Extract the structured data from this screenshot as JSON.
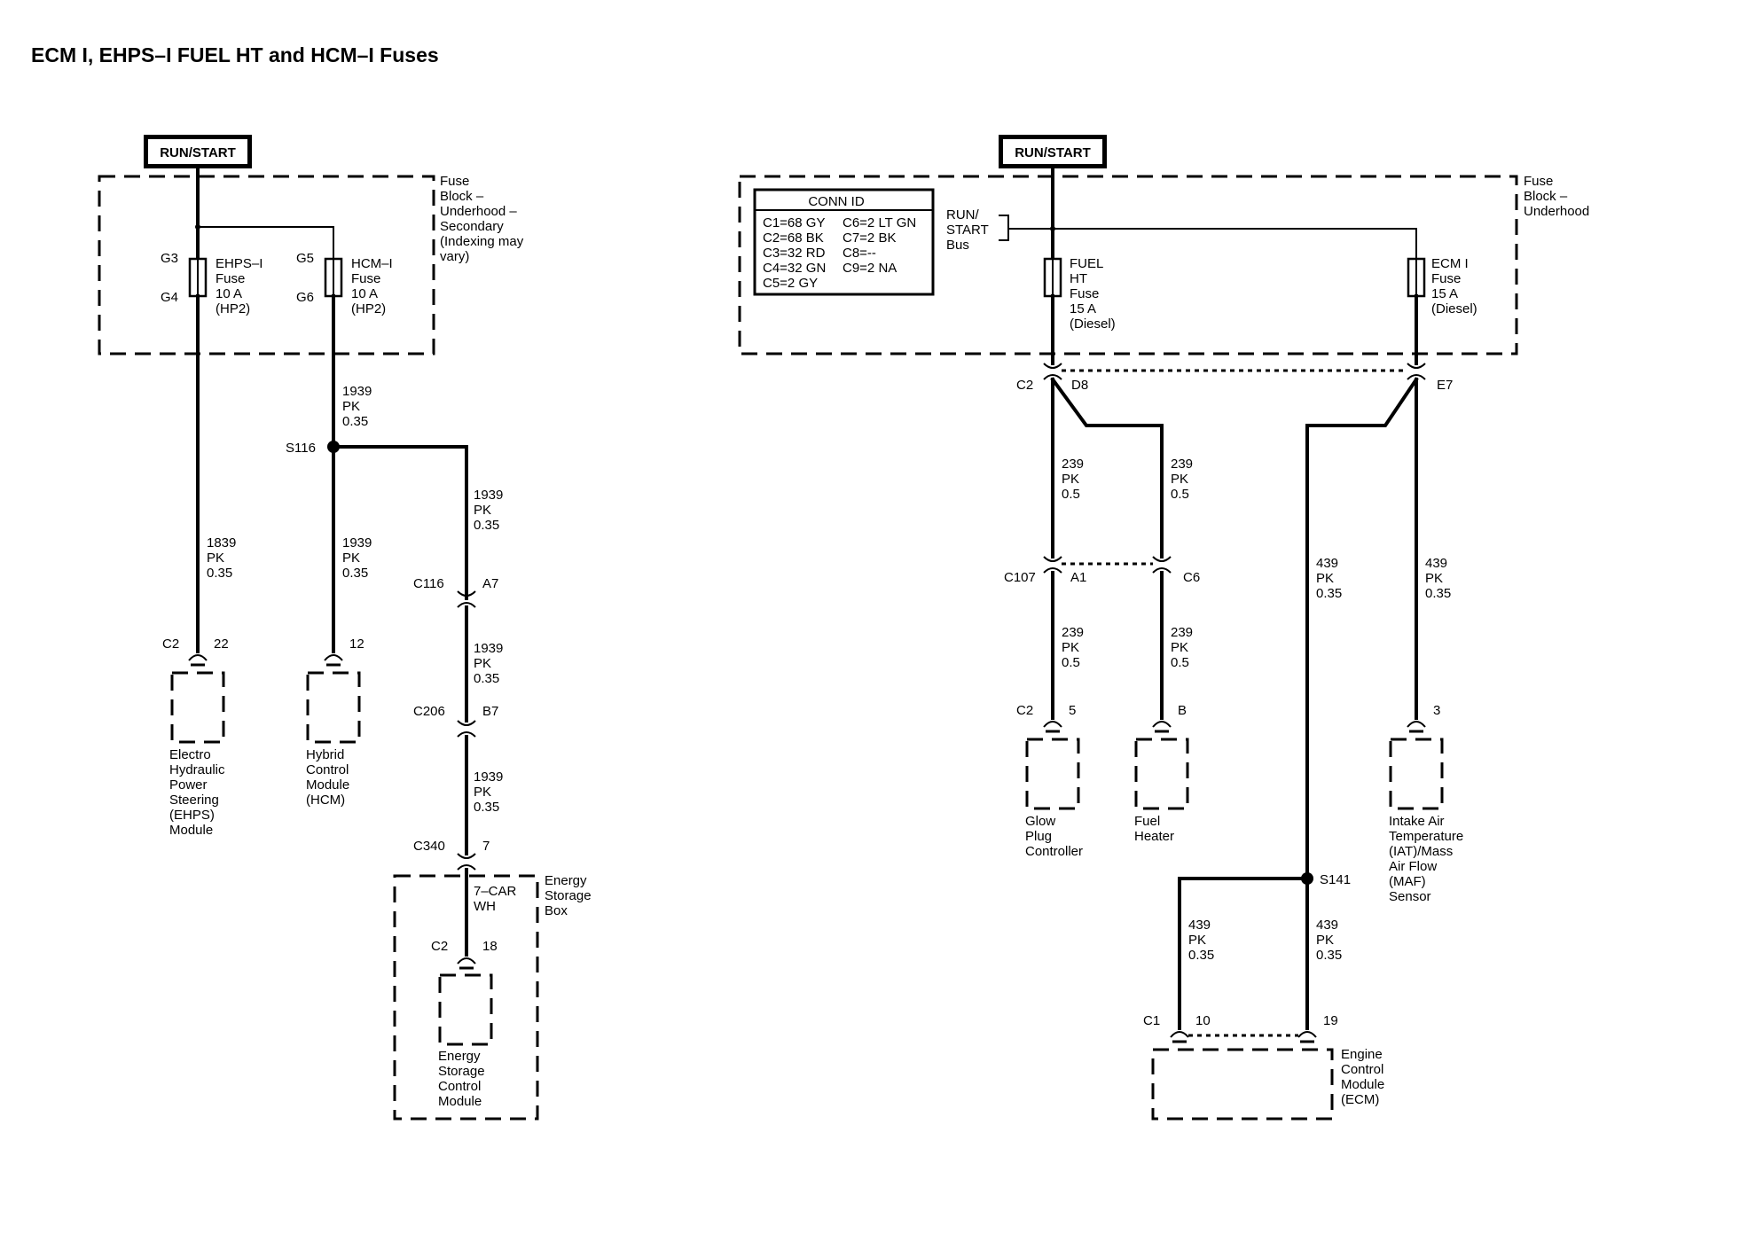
{
  "title": "ECM I, EHPS–I FUEL HT and HCM–I Fuses",
  "power": {
    "left": "RUN/START",
    "right": "RUN/START"
  },
  "fuse_blocks": {
    "secondary": [
      "Fuse",
      "Block –",
      "Underhood –",
      "Secondary",
      "(Indexing may",
      "vary)"
    ],
    "underhood": [
      "Fuse",
      "Block –",
      "Underhood"
    ]
  },
  "run_start_bus": [
    "RUN/",
    "START",
    "Bus"
  ],
  "conn_id": {
    "header": "CONN ID",
    "col1": [
      "C1=68 GY",
      "C2=68 BK",
      "C3=32 RD",
      "C4=32 GN",
      "C5=2 GY"
    ],
    "col2": [
      "C6=2 LT GN",
      "C7=2 BK",
      "C8=--",
      "C9=2 NA"
    ]
  },
  "fuses": {
    "ehps": {
      "lines": [
        "EHPS–I",
        "Fuse",
        "10 A",
        "(HP2)"
      ],
      "pin_in": "G3",
      "pin_out": "G4"
    },
    "hcm": {
      "lines": [
        "HCM–I",
        "Fuse",
        "10 A",
        "(HP2)"
      ],
      "pin_in": "G5",
      "pin_out": "G6"
    },
    "fuel_ht": {
      "lines": [
        "FUEL",
        "HT",
        "Fuse",
        "15 A",
        "(Diesel)"
      ]
    },
    "ecm": {
      "lines": [
        "ECM I",
        "Fuse",
        "15 A",
        "(Diesel)"
      ]
    }
  },
  "wires": {
    "w1839": [
      "1839",
      "PK",
      "0.35"
    ],
    "w1939": [
      "1939",
      "PK",
      "0.35"
    ],
    "w239": [
      "239",
      "PK",
      "0.5"
    ],
    "w439": [
      "439",
      "PK",
      "0.35"
    ],
    "w7car": [
      "7–CAR",
      "WH"
    ]
  },
  "splices": {
    "s116": "S116",
    "s141": "S141"
  },
  "connectors": {
    "c2": "C2",
    "c116": "C116",
    "c206": "C206",
    "c340": "C340",
    "c107": "C107",
    "c1": "C1",
    "pin_22": "22",
    "pin_12": "12",
    "pin_a7": "A7",
    "pin_b7": "B7",
    "pin_7": "7",
    "pin_18": "18",
    "pin_d8": "D8",
    "pin_e7": "E7",
    "pin_a1": "A1",
    "pin_c6": "C6",
    "pin_5": "5",
    "pin_b": "B",
    "pin_3": "3",
    "pin_10": "10",
    "pin_19": "19"
  },
  "modules": {
    "ehps": [
      "Electro",
      "Hydraulic",
      "Power",
      "Steering",
      "(EHPS)",
      "Module"
    ],
    "hcm": [
      "Hybrid",
      "Control",
      "Module",
      "(HCM)"
    ],
    "energy_box": [
      "Energy",
      "Storage",
      "Box"
    ],
    "energy_module": [
      "Energy",
      "Storage",
      "Control",
      "Module"
    ],
    "glow": [
      "Glow",
      "Plug",
      "Controller"
    ],
    "fuel_heater": [
      "Fuel",
      "Heater"
    ],
    "iat": [
      "Intake Air",
      "Temperature",
      "(IAT)/Mass",
      "Air Flow",
      "(MAF)",
      "Sensor"
    ],
    "ecm": [
      "Engine",
      "Control",
      "Module",
      "(ECM)"
    ]
  }
}
